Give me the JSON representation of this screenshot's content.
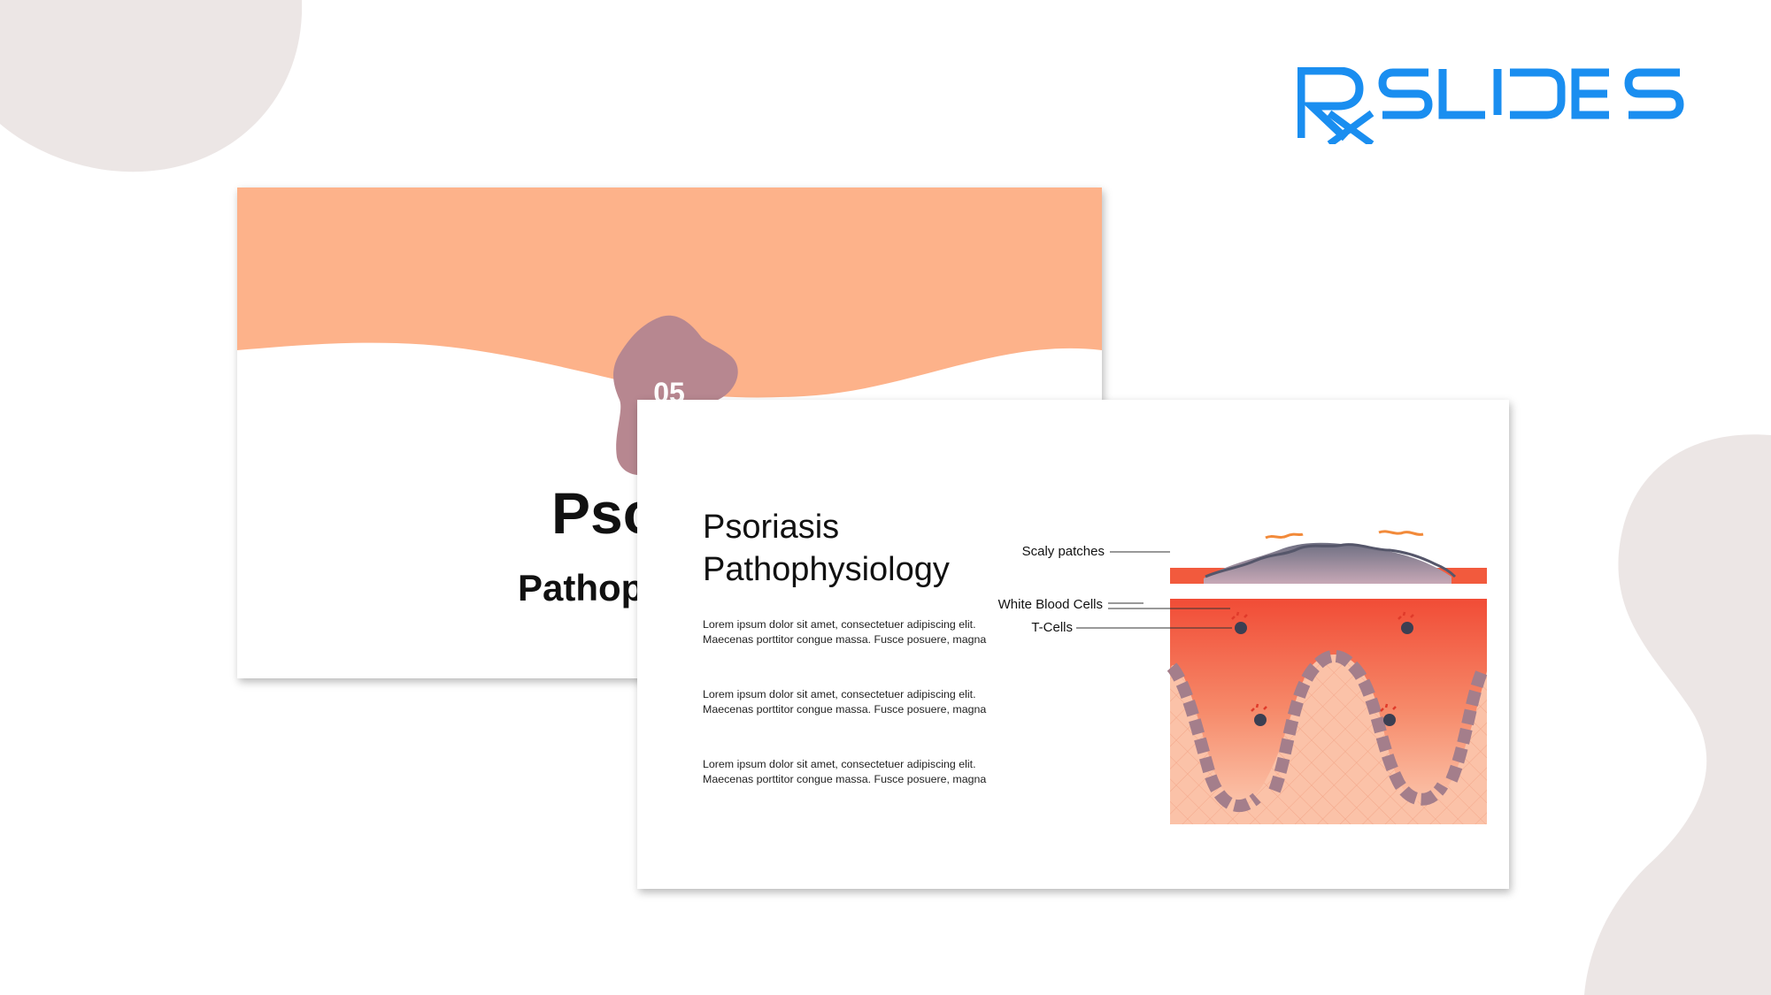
{
  "brand": {
    "logo_text": "RX SLIDES",
    "colors": {
      "brand_blue": "#1a8ef0",
      "blob_gray": "#ece6e5"
    }
  },
  "back_slide": {
    "number": "05",
    "title": "Pso",
    "subtitle": "Pathop",
    "colors": {
      "header": "#fdb28a",
      "badge": "#b78790"
    }
  },
  "front_slide": {
    "title_line1": "Psoriasis",
    "title_line2": "Pathophysiology",
    "paragraphs": [
      {
        "line1": "Lorem ipsum  dolor sit amet, consectetuer adipiscing elit.",
        "line2": "Maecenas porttitor congue massa. Fusce posuere, magna"
      },
      {
        "line1": "Lorem ipsum  dolor sit amet, consectetuer adipiscing elit.",
        "line2": "Maecenas porttitor congue massa. Fusce posuere, magna"
      },
      {
        "line1": "Lorem ipsum  dolor sit amet, consectetuer adipiscing elit.",
        "line2": "Maecenas porttitor congue massa. Fusce posuere, magna"
      }
    ],
    "diagram": {
      "labels": {
        "scaly_patches": "Scaly patches",
        "white_blood_cells": "White Blood Cells",
        "t_cells": "T-Cells"
      },
      "colors": {
        "epidermis_top": "#f25a3d",
        "dermis": "#fbc2a8",
        "cell": "#a47e8b",
        "scale": "#8b8a99",
        "flake": "#f28a3a",
        "tcell": "#3c3f52",
        "signal": "#e03a2a"
      }
    }
  }
}
